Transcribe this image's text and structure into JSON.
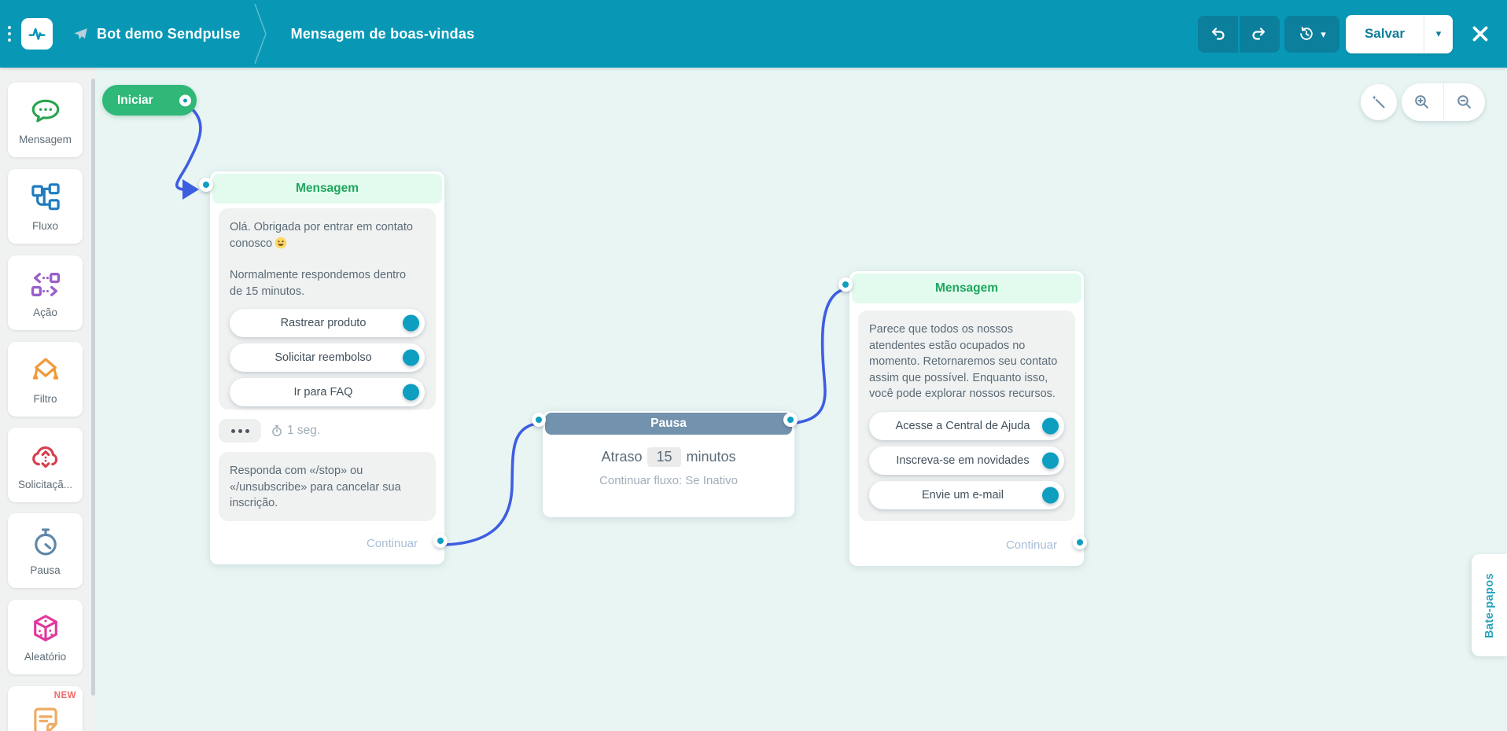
{
  "header": {
    "bot_name": "Bot demo Sendpulse",
    "flow_name": "Mensagem de boas-vindas",
    "save_label": "Salvar",
    "icons": [
      "menu-dots-icon",
      "sendpulse-logo",
      "paper-plane-icon",
      "undo-icon",
      "redo-icon",
      "history-icon",
      "caret-down-icon",
      "close-icon"
    ],
    "colors": {
      "bar": "#0898b6",
      "dark_button": "#0b7f9c",
      "save_text": "#0f7d99"
    }
  },
  "sidebar": {
    "items": [
      {
        "label": "Mensagem",
        "icon": "chat-bubble-icon",
        "color": "#2aa44f"
      },
      {
        "label": "Fluxo",
        "icon": "flow-branch-icon",
        "color": "#1e7bbf"
      },
      {
        "label": "Ação",
        "icon": "action-steps-icon",
        "color": "#9a5fc9"
      },
      {
        "label": "Filtro",
        "icon": "filter-split-icon",
        "color": "#f09a38"
      },
      {
        "label": "Solicitaçã...",
        "icon": "api-cloud-icon",
        "color": "#d6404f"
      },
      {
        "label": "Pausa",
        "icon": "stopwatch-icon",
        "color": "#5f87a8"
      },
      {
        "label": "Aleatório",
        "icon": "dice-icon",
        "color": "#e0389e"
      },
      {
        "label": "",
        "icon": "note-icon",
        "color": "#eeab63",
        "badge": "NEW"
      }
    ]
  },
  "canvas": {
    "start_node": {
      "label": "Iniciar"
    },
    "controls": {
      "icons": [
        "magic-wand-icon",
        "zoom-in-icon",
        "zoom-out-icon"
      ]
    },
    "side_tab": {
      "label": "Bate-papos"
    },
    "connector_color": "#3e5ee2",
    "port_color": "#0d9ec0",
    "nodes": {
      "message1": {
        "title": "Mensagem",
        "paragraph1": "Olá. Obrigada por entrar em contato conosco",
        "emoji": "grinning-face",
        "paragraph2": "Normalmente respondemos dentro de 15 minutos.",
        "buttons": [
          {
            "label": "Rastrear produto"
          },
          {
            "label": "Solicitar reembolso"
          },
          {
            "label": "Ir para FAQ"
          }
        ],
        "typing_delay": "1 seg.",
        "paragraph3": "Responda com «/stop» ou «/unsubscribe» para cancelar sua inscrição.",
        "footer_label": "Continuar"
      },
      "pause": {
        "title": "Pausa",
        "delay_prefix": "Atraso",
        "delay_value": "15",
        "delay_unit": "minutos",
        "condition": "Continuar fluxo: Se Inativo"
      },
      "message2": {
        "title": "Mensagem",
        "paragraph1": "Parece que todos os nossos atendentes estão ocupados no momento. Retornaremos seu contato assim que possível. Enquanto isso, você pode explorar nossos recursos.",
        "buttons": [
          {
            "label": "Acesse a Central de Ajuda"
          },
          {
            "label": "Inscreva-se em novidades"
          },
          {
            "label": "Envie um e-mail"
          }
        ],
        "footer_label": "Continuar"
      }
    }
  }
}
